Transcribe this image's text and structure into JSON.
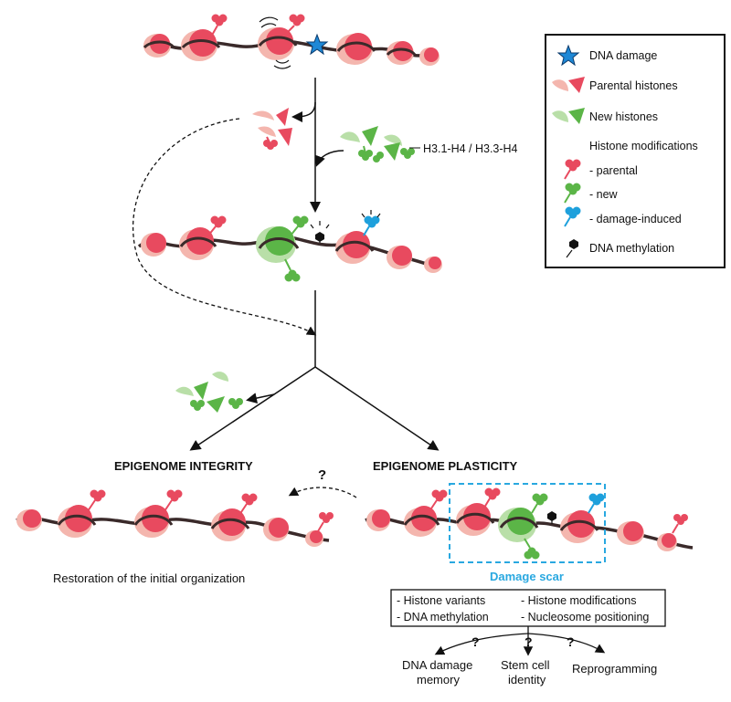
{
  "legend": {
    "dna_damage": "DNA damage",
    "parental_histones": "Parental histones",
    "new_histones": "New histones",
    "histone_modifications": "Histone modifications",
    "mod_parental": "- parental",
    "mod_new": "- new",
    "mod_damage": "- damage-induced",
    "dna_methylation": "DNA methylation"
  },
  "labels": {
    "histone_variants": "H3.1-H4 / H3.3-H4",
    "integrity": "EPIGENOME INTEGRITY",
    "plasticity": "EPIGENOME PLASTICITY",
    "question": "?",
    "restoration": "Restoration of the initial organization",
    "damage_scar": "Damage scar"
  },
  "scar_box": {
    "row1_left": "- Histone variants",
    "row1_right": "- Histone modifications",
    "row2_left": "- DNA methylation",
    "row2_right": "- Nucleosome positioning"
  },
  "outcomes": {
    "memory_line1": "DNA damage",
    "memory_line2": "memory",
    "stem_line1": "Stem cell",
    "stem_line2": "identity",
    "reprogramming": "Reprogramming"
  },
  "colors": {
    "parental": "#e84a5f",
    "parental_light": "#f4b6ae",
    "new": "#5bb547",
    "new_light": "#b9dfa8",
    "damage": "#1ea0dc",
    "dna": "#3a2a2a",
    "scar": "#29a8e0"
  }
}
